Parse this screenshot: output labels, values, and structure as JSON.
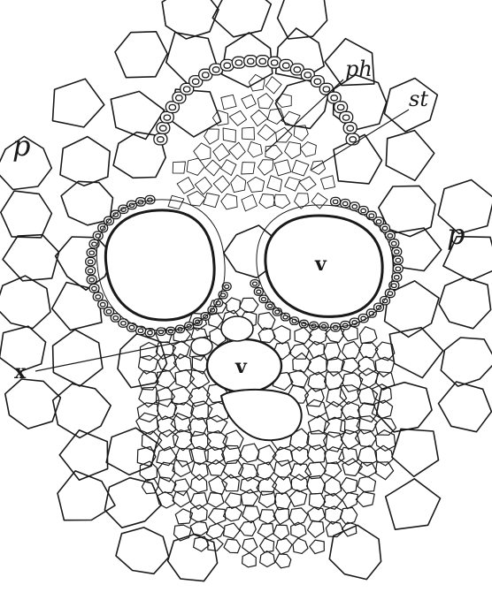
{
  "figure": {
    "labels": {
      "phloem": "ph",
      "stereome": "st",
      "parenchyma_left": "p",
      "parenchyma_right": "p",
      "vessel_large": "v",
      "vessel_small": "v",
      "xylem": "x"
    },
    "colors": {
      "ink": "#1a1a1a",
      "paper": "#ffffff",
      "vessel_fill": "#ffffff",
      "cell_fill": "#ffffff"
    }
  }
}
